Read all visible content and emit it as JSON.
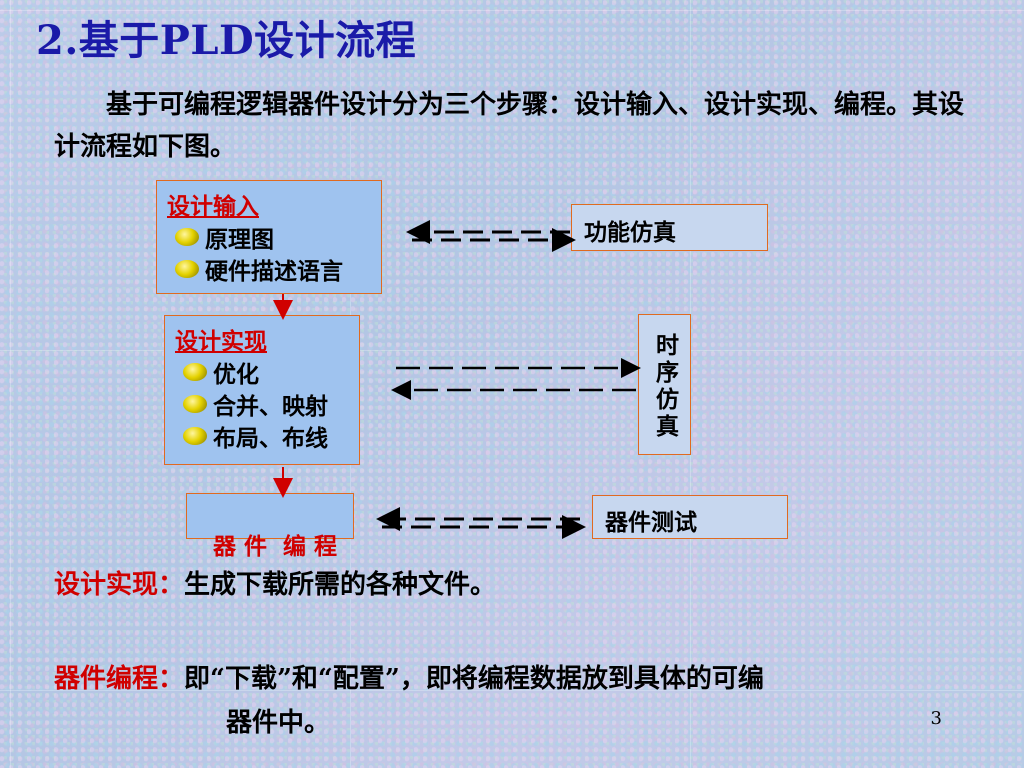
{
  "title": "2.基于PLD设计流程",
  "intro": "基于可编程逻辑器件设计分为三个步骤：设计输入、设计实现、编程。其设计流程如下图。",
  "flow": {
    "input_box": {
      "heading": "设计输入",
      "items": [
        "原理图",
        "硬件描述语言"
      ]
    },
    "impl_box": {
      "heading": "设计实现",
      "items": [
        "优化",
        "合并、映射",
        "布局、布线"
      ]
    },
    "program_box": {
      "label": "器 件  编 程"
    },
    "func_sim": "功能仿真",
    "timing_sim": "时序仿真",
    "device_test": "器件测试"
  },
  "notes": [
    {
      "term": "设计实现：",
      "text": "生成下载所需的各种文件。"
    },
    {
      "term": "器件编程：",
      "text": "即“下载”和“配置”，即将编程数据放到具体的可编",
      "text2": "器件中。"
    }
  ],
  "page_number": "3",
  "colors": {
    "title": "#1a1aa8",
    "accent_red": "#d00000",
    "box_border": "#e06a20",
    "box_fill": "#9fc3ef"
  }
}
